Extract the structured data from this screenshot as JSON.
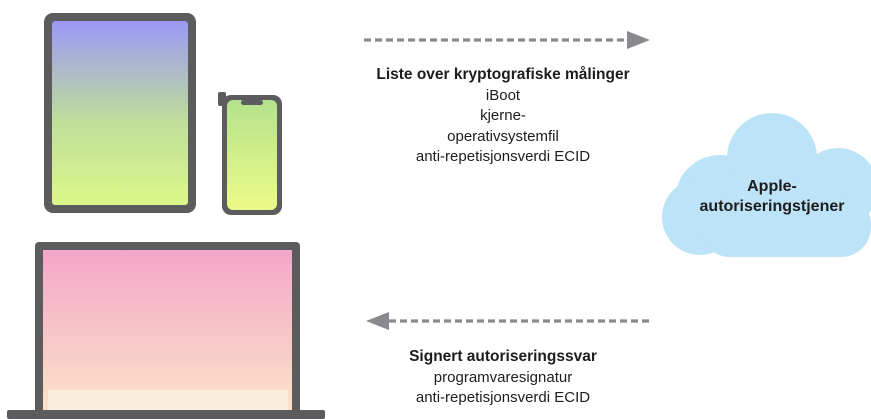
{
  "request": {
    "title": "Liste over kryptografiske målinger",
    "lines": [
      "iBoot",
      "kjerne-",
      "operativsystemfil",
      "anti-repetisjonsverdi ECID"
    ]
  },
  "service": {
    "line1": "Apple-",
    "line2": "autoriseringstjener"
  },
  "response": {
    "title": "Signert autoriseringssvar",
    "lines": [
      "programvaresignatur",
      "anti-repetisjonsverdi ECID"
    ]
  }
}
